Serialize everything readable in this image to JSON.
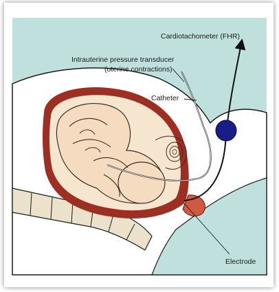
{
  "labels": {
    "cardiotachometer": "Cardiotachometer (FHR)",
    "iupt_line1": "Intrauterine pressure transducer",
    "iupt_line2": "(uterine contractions)",
    "catheter": "Catheter",
    "electrode": "Electrode"
  },
  "colors": {
    "background_teal": "#bfe0dc",
    "uterus_wall": "#9c2f22",
    "fetus_skin": "#f5dcc0",
    "placenta": "#d05a40",
    "spine_bone": "#ece2cc",
    "body_white": "#ffffff",
    "transducer_disk": "#1a1c88"
  },
  "icons": {
    "transducer": "disk-icon",
    "arrow": "arrow-up-icon"
  }
}
